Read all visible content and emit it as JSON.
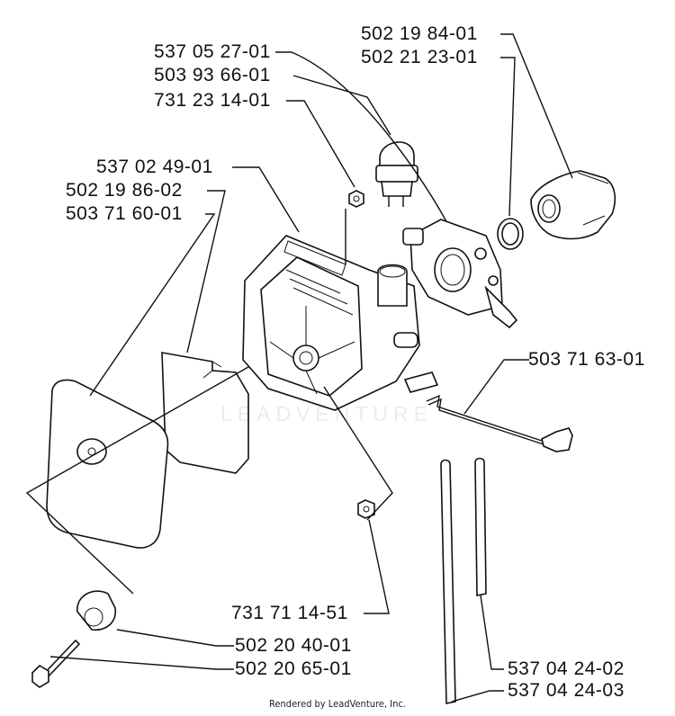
{
  "watermark": "LEADVENTURE",
  "footer": "Rendered by LeadVenture, Inc.",
  "parts": {
    "p502_19_84_01": "502 19 84-01",
    "p502_21_23_01": "502 21 23-01",
    "p537_05_27_01": "537 05 27-01",
    "p503_93_66_01": "503 93 66-01",
    "p731_23_14_01": "731 23 14-01",
    "p537_02_49_01": "537 02 49-01",
    "p502_19_86_02": "502 19 86-02",
    "p503_71_60_01": "503 71 60-01",
    "p503_71_63_01": "503 71 63-01",
    "p731_71_14_51": "731 71 14-51",
    "p502_20_40_01": "502 20 40-01",
    "p502_20_65_01": "502 20 65-01",
    "p537_04_24_02": "537 04 24-02",
    "p537_04_24_03": "537 04 24-03"
  }
}
